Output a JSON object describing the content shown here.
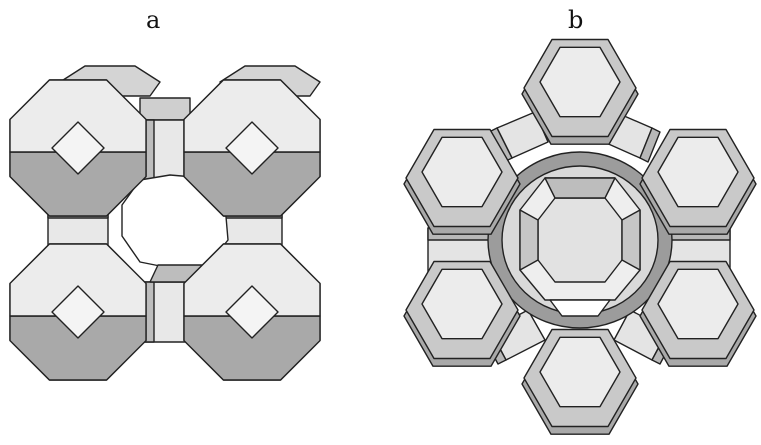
{
  "labels": {
    "a": "a",
    "b": "b"
  },
  "colors": {
    "face_light": "#ececec",
    "face_mid": "#c9c9c9",
    "face_dark": "#a9a9a9",
    "edge": "#222222"
  },
  "structures": [
    {
      "panel": "a",
      "sodalite_cages": 4,
      "double_four_rings": 4,
      "central_window": "8-ring"
    },
    {
      "panel": "b",
      "sodalite_cages": 6,
      "hexagonal_prisms": 6,
      "central_window": "12-ring"
    }
  ]
}
